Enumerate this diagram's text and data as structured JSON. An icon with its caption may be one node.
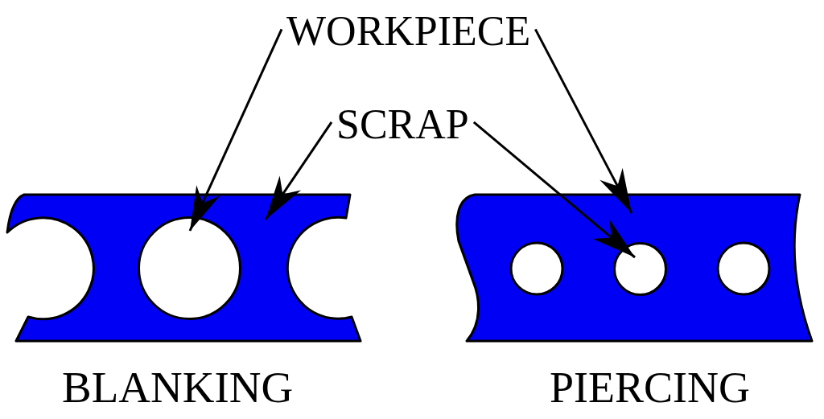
{
  "diagram": {
    "nodes": [
      {
        "text": [
          "WORKPIECE"
        ]
      },
      {
        "text": [
          "SCRAP"
        ]
      },
      {
        "text": [],
        "shape": "bar",
        "beside": [
          "BLANKING"
        ]
      },
      {
        "text": [],
        "shape": "circle",
        "in": 2
      },
      {
        "text": [],
        "shape": "bar",
        "beside": [
          "PIERCING"
        ]
      },
      {
        "text": [],
        "shape": "circle",
        "in": 4
      }
    ],
    "edges": [
      {
        "from": 0,
        "to": 3,
        "arrow": "to"
      },
      {
        "from": 0,
        "to": 4,
        "arrow": "to"
      },
      {
        "from": 1,
        "to": 2,
        "arrow": "to"
      },
      {
        "from": 1,
        "to": 5,
        "arrow": "to"
      }
    ]
  }
}
